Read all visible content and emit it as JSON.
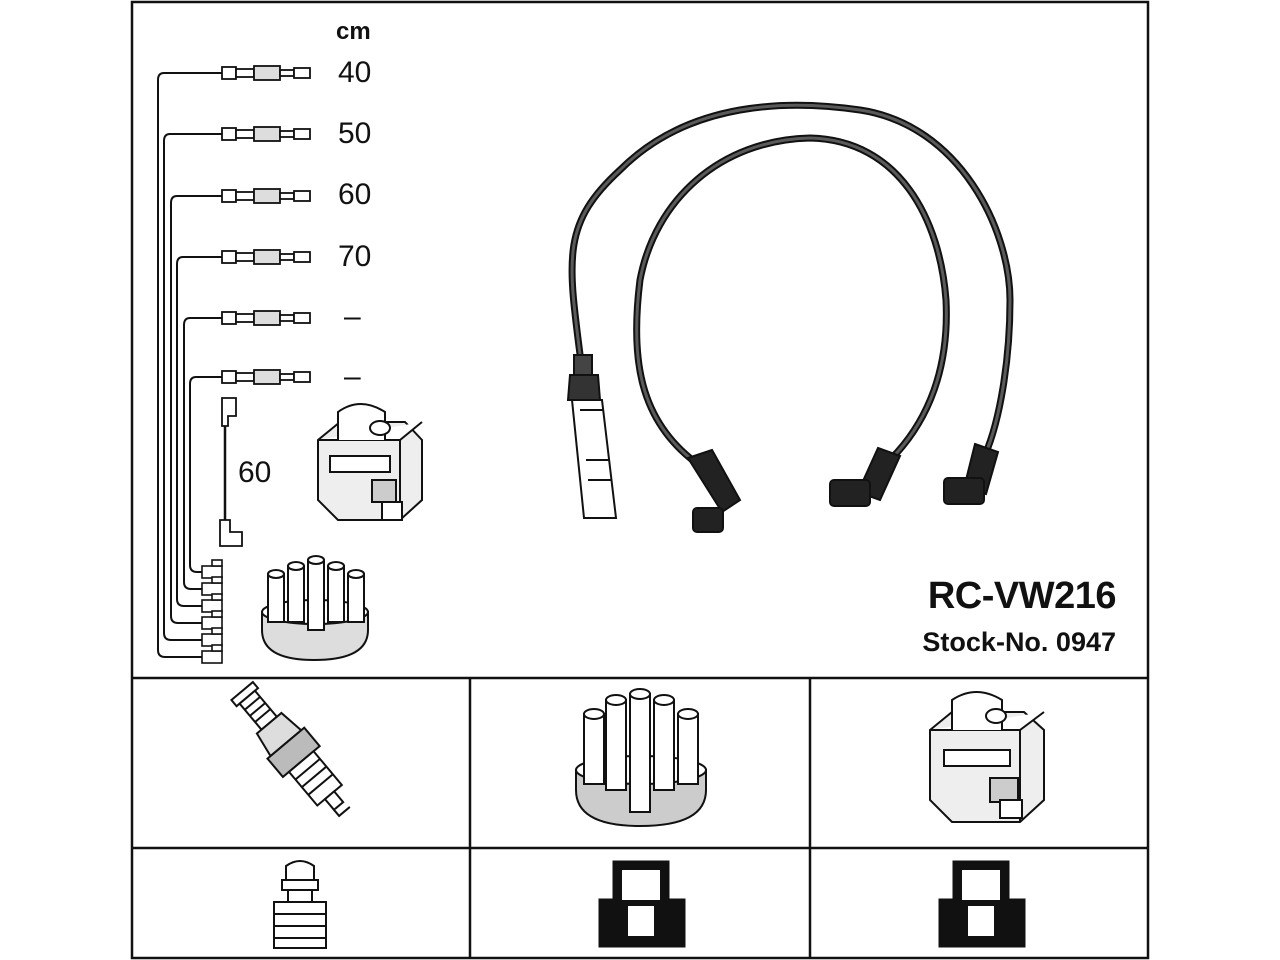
{
  "product": {
    "code": "RC-VW216",
    "stock_number": "Stock-No. 0947"
  },
  "cable_lengths": {
    "unit": "cm",
    "items": [
      "40",
      "50",
      "60",
      "70",
      "–",
      "–"
    ],
    "coil_lead": "60"
  },
  "parts": {
    "top_row": [
      "spark-plug-icon",
      "distributor-cap-icon",
      "ignition-coil-icon"
    ],
    "bottom_row": [
      "plug-terminal-icon",
      "cap-terminal-icon",
      "coil-terminal-icon"
    ]
  },
  "colors": {
    "line": "#111111",
    "cable": "#333333",
    "grey_fill": "#bdbdbd"
  }
}
